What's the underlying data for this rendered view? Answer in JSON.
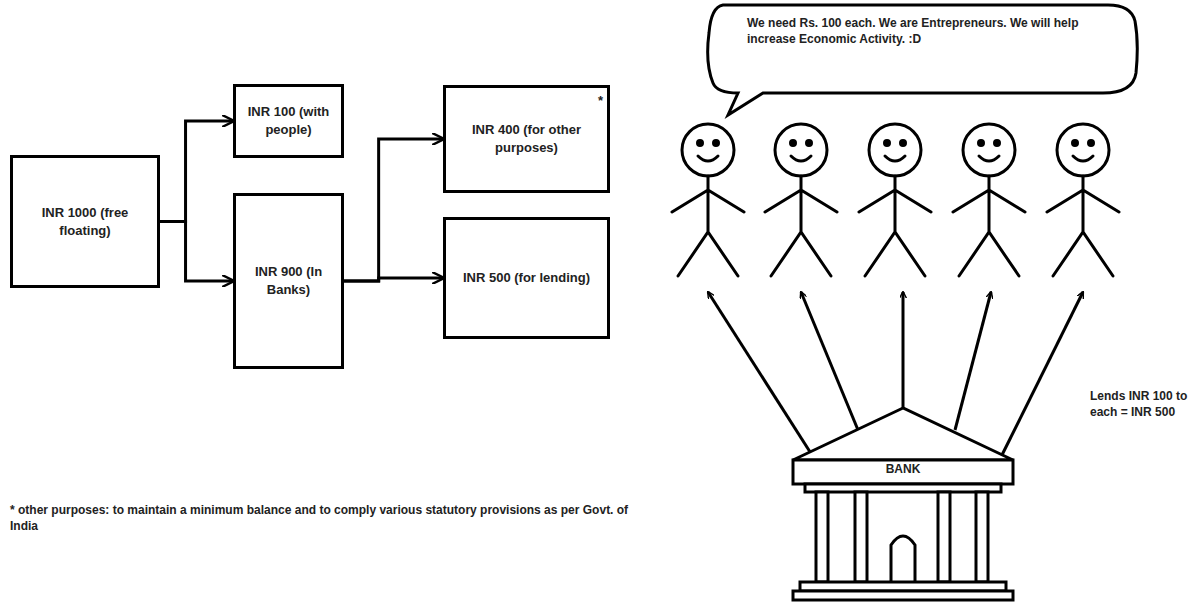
{
  "diagram": {
    "nodes": [
      {
        "text": [
          "INR 1000 (free floating)"
        ]
      },
      {
        "text": [
          "INR 100 (with people)"
        ]
      },
      {
        "text": [
          "INR 900 (In Banks)"
        ]
      },
      {
        "text": [
          "INR 400 (for other purposes)",
          "*"
        ]
      },
      {
        "text": [
          "INR 500 (for lending)"
        ]
      },
      {
        "text": [
          "We need Rs. 100 each. We are Entrepreneurs. We will help increase Economic Activity. :D"
        ]
      },
      {
        "text": [
          "BANK"
        ]
      }
    ],
    "edges": [
      {
        "from": 0,
        "to": 1,
        "arrow": "to"
      },
      {
        "from": 0,
        "to": 2,
        "arrow": "to"
      },
      {
        "from": 2,
        "to": 3,
        "arrow": "to"
      },
      {
        "from": 2,
        "to": 4,
        "arrow": "to"
      }
    ],
    "labels": [
      "* other purposes: to maintain a minimum balance and to comply various statutory provisions as per Govt. of India",
      "Lends INR 100 to each = INR 500"
    ]
  }
}
